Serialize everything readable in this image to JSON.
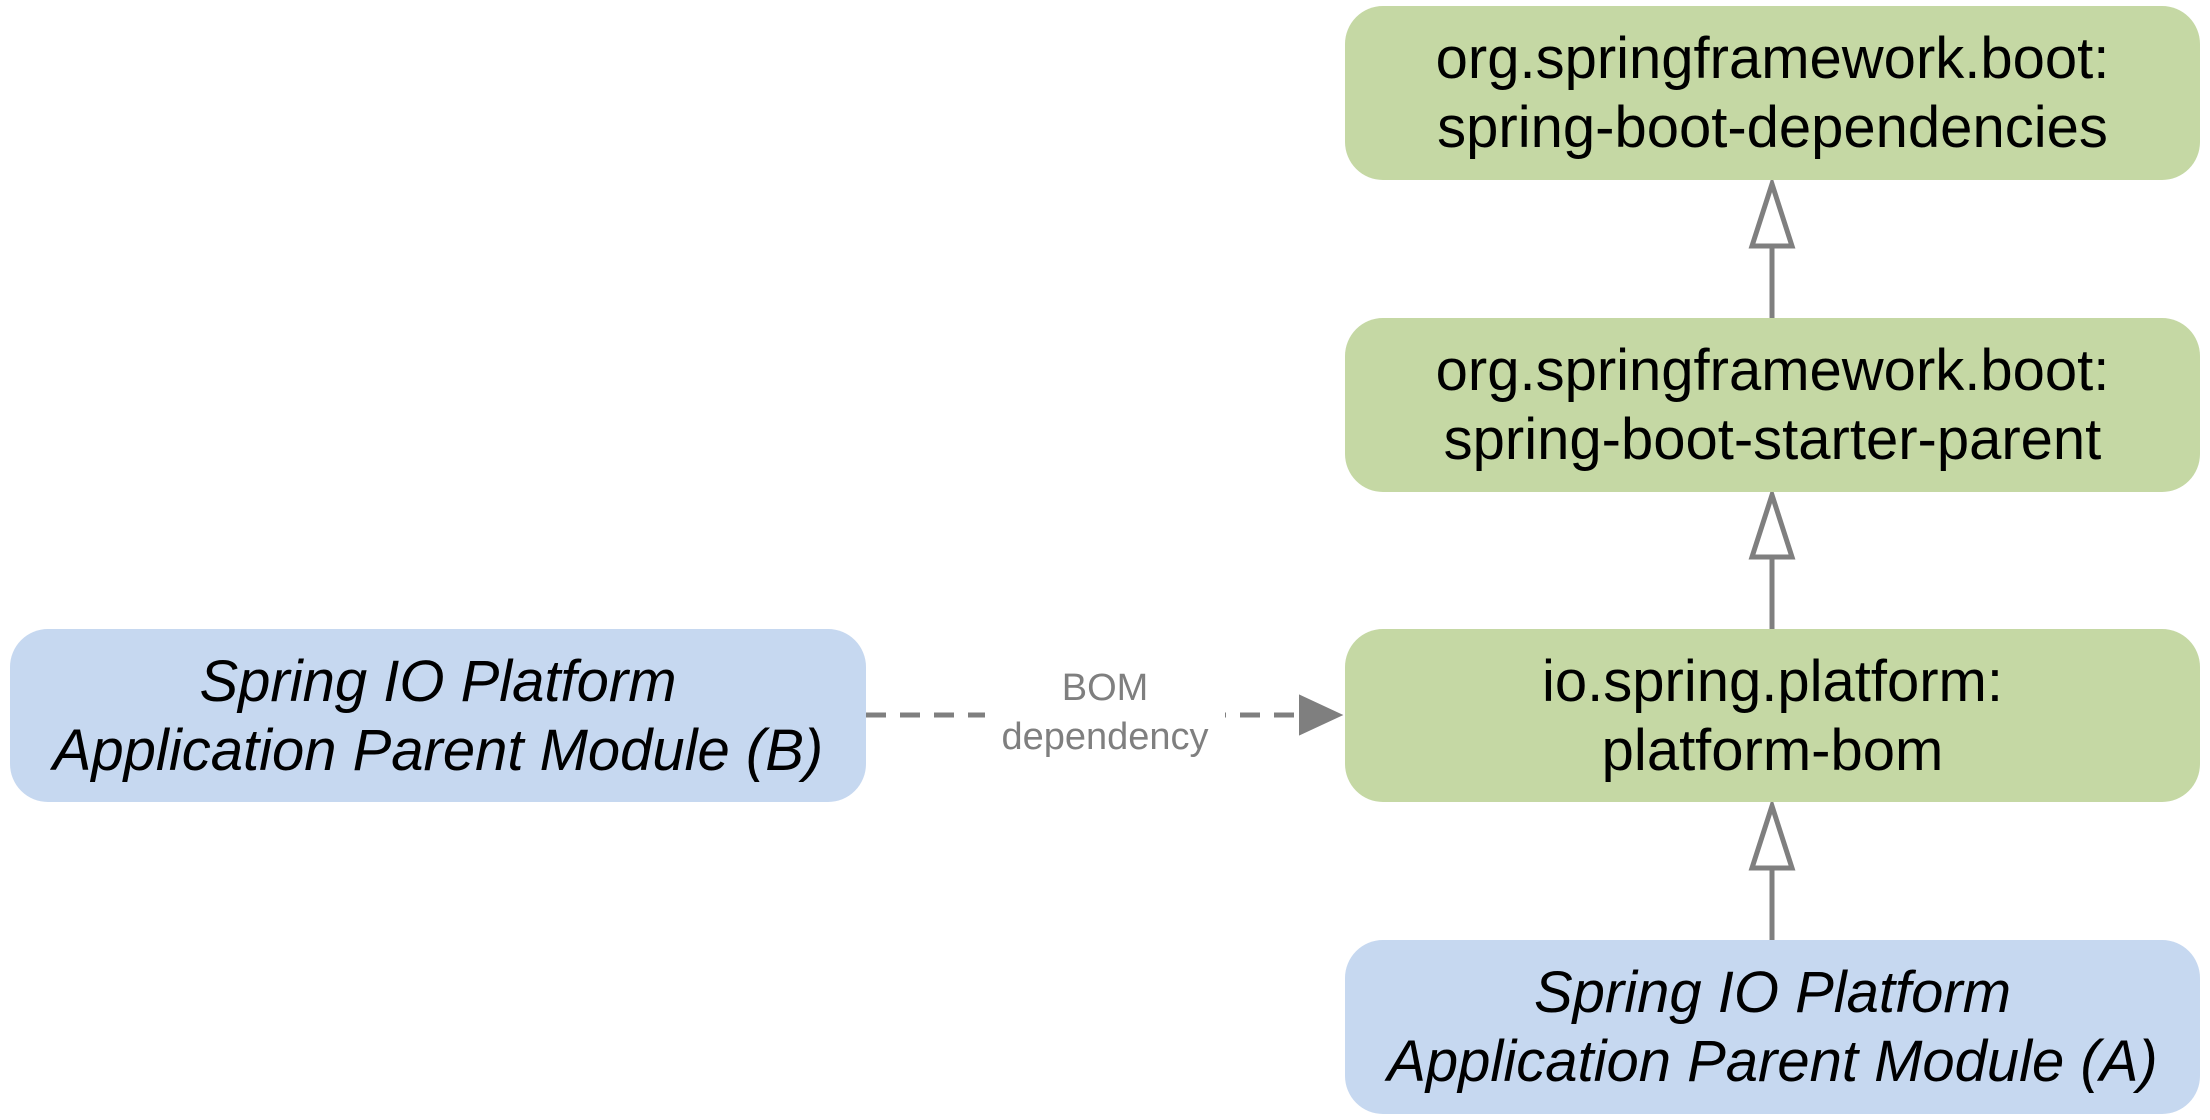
{
  "nodes": {
    "spring_boot_dependencies": {
      "line1": "org.springframework.boot:",
      "line2": "spring-boot-dependencies",
      "color": "#c5d8a4"
    },
    "spring_boot_starter_parent": {
      "line1": "org.springframework.boot:",
      "line2": "spring-boot-starter-parent",
      "color": "#c5d8a4"
    },
    "platform_bom": {
      "line1": "io.spring.platform:",
      "line2": "platform-bom",
      "color": "#c5d8a4"
    },
    "module_a": {
      "line1": "Spring IO Platform",
      "line2": "Application Parent Module (A)",
      "color": "#c6d8f0"
    },
    "module_b": {
      "line1": "Spring IO Platform",
      "line2": "Application Parent Module (B)",
      "color": "#c6d8f0"
    }
  },
  "edges": [
    {
      "from": "spring_boot_starter_parent",
      "to": "spring_boot_dependencies",
      "style": "solid",
      "arrowhead": "hollow-triangle"
    },
    {
      "from": "platform_bom",
      "to": "spring_boot_starter_parent",
      "style": "solid",
      "arrowhead": "hollow-triangle"
    },
    {
      "from": "module_a",
      "to": "platform_bom",
      "style": "solid",
      "arrowhead": "hollow-triangle"
    },
    {
      "from": "module_b",
      "to": "platform_bom",
      "style": "dashed",
      "arrowhead": "filled-triangle",
      "label_line1": "BOM",
      "label_line2": "dependency"
    }
  ],
  "colors": {
    "edge": "#7f7f7f",
    "label": "#7f7f7f"
  }
}
